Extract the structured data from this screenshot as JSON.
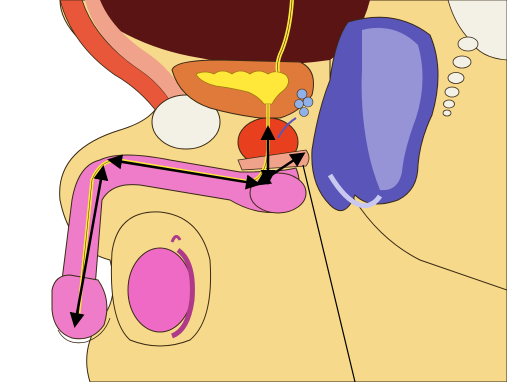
{
  "diagram": {
    "labels": [],
    "colors": {
      "background": "#ffffff",
      "body_skin": "#f7d98c",
      "outline": "#3a2a14",
      "cavity": "#5a1414",
      "bladder_wall": "#e07a3a",
      "urine_and_tract_line": "#ffe83a",
      "prostate": "#e8401e",
      "muscle_orange": "#f0a28a",
      "erectile_tissue_pink": "#ef7cc8",
      "testis_pink": "#f06ac4",
      "rectum_blue": "#5a55b8",
      "rectum_inner": "#c8c8f0",
      "bone": "#f3f1e6",
      "arrow": "#000000"
    },
    "pathway_arrows": [
      "prostate-vertical-double-arrow",
      "ejaculatory-to-penis-double-arrow",
      "penile-shaft-double-arrow",
      "glans-descending-double-arrow"
    ],
    "pointer_line": "leader-line-to-bottom-edge"
  }
}
